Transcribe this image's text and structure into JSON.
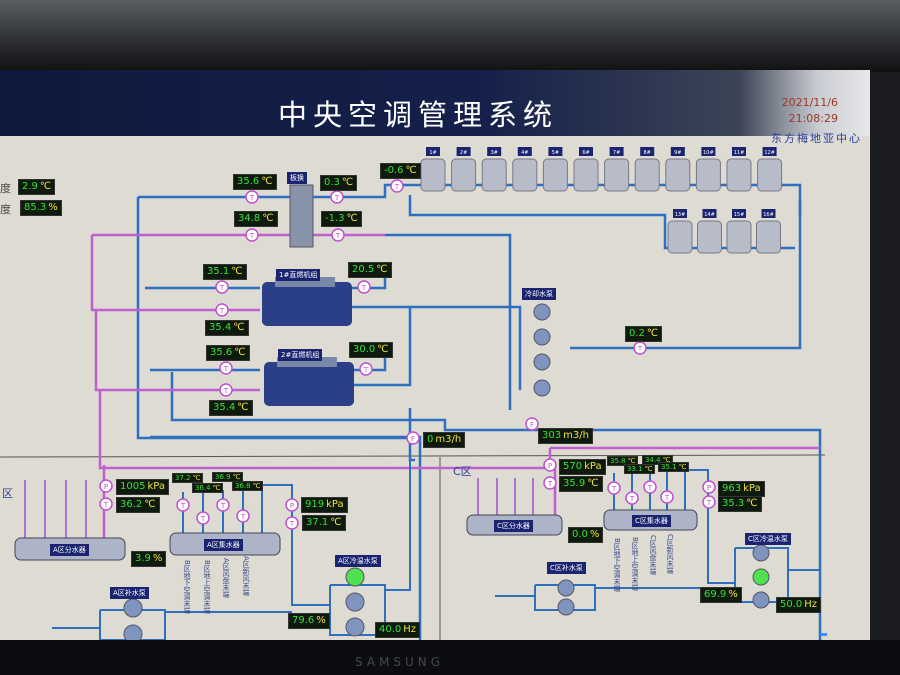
{
  "header": {
    "title": "中央空调管理系统",
    "date": "2021/11/6",
    "time": "21:08:29",
    "organization": "东方梅地亚中心"
  },
  "outdoor": {
    "temp_label": "度",
    "temp": "2.9",
    "humidity_label": "度",
    "humidity": "85.3"
  },
  "units": {
    "c": "℃",
    "pct": "%",
    "kpa": "kPa",
    "flow": "m3/h",
    "hz": "Hz"
  },
  "sensor_letters": {
    "t": "T",
    "p": "P",
    "f": "F"
  },
  "plate_exchanger": {
    "label": "板换",
    "in_hot": "35.6",
    "out_hot": "34.8",
    "out_cold": "0.3",
    "in_cold": "-1.3"
  },
  "tower_supply_temp": "-0.6",
  "cooling_towers": [
    "1#",
    "2#",
    "3#",
    "4#",
    "5#",
    "6#",
    "7#",
    "8#",
    "9#",
    "10#",
    "11#",
    "12#",
    "13#",
    "14#",
    "15#",
    "16#"
  ],
  "chillers": [
    {
      "label": "1#直燃机组",
      "t_in": "35.1",
      "t_out": "35.4",
      "t_evap": "20.5"
    },
    {
      "label": "2#直燃机组",
      "t_in": "35.6",
      "t_out": "35.4",
      "t_evap": "30.0"
    }
  ],
  "cooling_pumps": {
    "label": "冷却水泵",
    "return_temp": "0.2"
  },
  "flow": {
    "left": "0",
    "right": "303"
  },
  "zone_a": {
    "label": "区",
    "supply_pressure": "1005",
    "supply_temp": "36.2",
    "branch_temps": [
      "37.2",
      "36.4",
      "36.9",
      "36.8"
    ],
    "return_pressure": "919",
    "return_temp": "37.1",
    "bypass_valve": "3.9",
    "pump_valve": "79.6",
    "pump_freq": "40.0",
    "distributor": "A区分水器",
    "collector": "A区集水器",
    "makeup_pump": "A区补水泵",
    "circ_pump": "A区冷温水泵",
    "branches": [
      "B区地下空调末端",
      "B区地上空调末端",
      "A区风盘末端",
      "A区新风末端"
    ]
  },
  "zone_c": {
    "label": "C区",
    "supply_pressure": "570",
    "supply_temp": "35.9",
    "branch_temps": [
      "35.8",
      "33.1",
      "34.4",
      "35.1"
    ],
    "return_pressure": "963",
    "return_temp": "35.3",
    "bypass_valve": "0.0",
    "pump_valve": "69.9",
    "pump_freq": "50.0",
    "distributor": "C区分水器",
    "collector": "C区集水器",
    "makeup_pump": "C区补水泵",
    "circ_pump": "C区冷温水泵",
    "branches": [
      "B区地下空调末端",
      "B区地上空调末端",
      "C区风盘末端",
      "C区新风末端"
    ]
  },
  "colors": {
    "supply_pipe": "#2a6fd8",
    "return_pipe": "#c060d0",
    "value_text": "#39e039",
    "unit_text": "#f0e040",
    "label_bg": "#1a2470",
    "pump_running": "#50e050"
  },
  "monitor_brand": "SAMSUNG"
}
